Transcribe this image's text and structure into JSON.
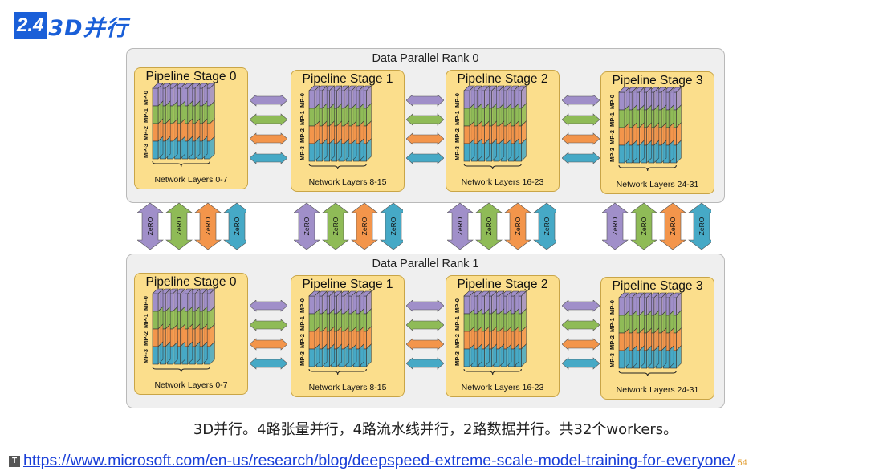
{
  "header": {
    "section_number": "2.4",
    "title": "3D并行"
  },
  "colors": {
    "accent": "#1a5fd8",
    "mp0": "#a08fc9",
    "mp1": "#8fbb57",
    "mp2": "#f3954b",
    "mp3": "#46a9c6",
    "stage_fill": "#fbde8c",
    "rank_fill": "#efefef"
  },
  "mp_labels": [
    "MP-0",
    "MP-1",
    "MP-2",
    "MP-3"
  ],
  "zero_label": "ZeRO",
  "ranks": [
    {
      "label": "Data Parallel Rank 0",
      "stages": [
        {
          "title": "Pipeline Stage 0",
          "layers": "Network Layers 0-7"
        },
        {
          "title": "Pipeline Stage 1",
          "layers": "Network Layers 8-15"
        },
        {
          "title": "Pipeline Stage 2",
          "layers": "Network Layers 16-23"
        },
        {
          "title": "Pipeline Stage 3",
          "layers": "Network Layers 24-31"
        }
      ]
    },
    {
      "label": "Data Parallel Rank 1",
      "stages": [
        {
          "title": "Pipeline Stage 0",
          "layers": "Network Layers 0-7"
        },
        {
          "title": "Pipeline Stage 1",
          "layers": "Network Layers 8-15"
        },
        {
          "title": "Pipeline Stage 2",
          "layers": "Network Layers 16-23"
        },
        {
          "title": "Pipeline Stage 3",
          "layers": "Network Layers 24-31"
        }
      ]
    }
  ],
  "caption": "3D并行。4路张量并行，4路流水线并行，2路数据并行。共32个workers。",
  "link_icon": "T",
  "link": "https://www.microsoft.com/en-us/research/blog/deepspeed-extreme-scale-model-training-for-everyone/",
  "page_number": "54"
}
